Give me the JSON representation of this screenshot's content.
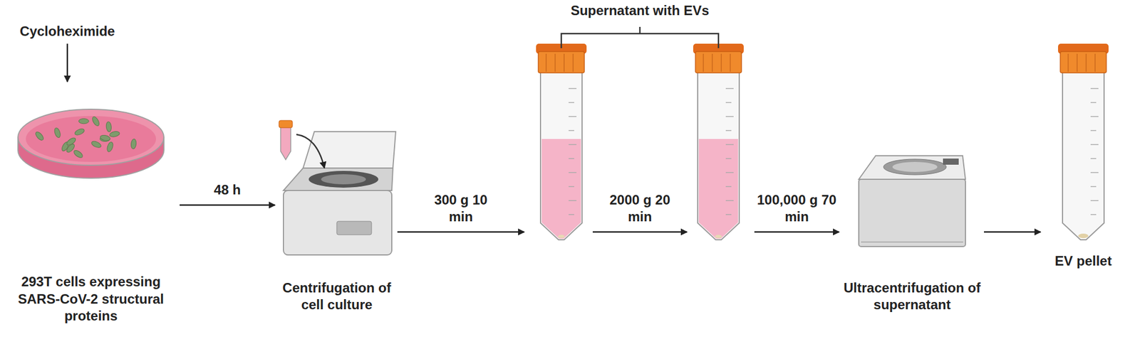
{
  "diagram": {
    "nodes": [
      {
        "text": [
          "Cycloheximide"
        ]
      },
      {
        "text": [
          "293T cells expressing SARS-CoV-2 structural proteins"
        ]
      },
      {
        "text": [
          "Centrifugation of cell culture"
        ]
      },
      {
        "text": [
          "Supernatant with EVs"
        ]
      },
      {
        "text": [
          "Ultracentrifugation of supernatant"
        ]
      },
      {
        "text": [
          "EV pellet"
        ]
      }
    ],
    "edges": [
      {
        "from": 0,
        "to": 1,
        "arrow": "to"
      },
      {
        "from": 1,
        "to": 2,
        "label": "48 h",
        "arrow": "to"
      },
      {
        "from": 2,
        "to": 3,
        "label": "300 g 10 min",
        "arrow": "to"
      },
      {
        "from": 3,
        "to": 4,
        "label": "100,000 g 70 min",
        "arrow": "to"
      },
      {
        "from": 4,
        "to": 5,
        "arrow": "to"
      }
    ],
    "labels": [
      "2000 g 20 min"
    ]
  }
}
